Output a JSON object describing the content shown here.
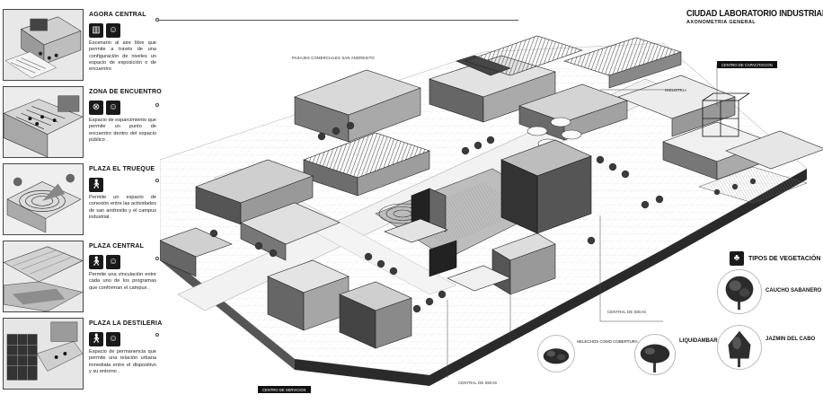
{
  "header": {
    "title": "CIUDAD LABORATORIO INDUSTRIAL",
    "subtitle": "AXONOMETRIA GENERAL"
  },
  "sidebar": {
    "items": [
      {
        "title": "AGORA  CENTRAL",
        "icons": [
          "stage-icon",
          "people-icon"
        ],
        "description": "Escenario al aire libre que permite a través de una configuración de niveles un espacio de exposición o de encuentro"
      },
      {
        "title": "ZONA DE ENCUENTRO",
        "icons": [
          "activities-icon",
          "people-icon"
        ],
        "description": "Espacio de esparcimiento que permite un punto de encuentro dentro del espacio público ."
      },
      {
        "title": "PLAZA  EL TRUEQUE",
        "icons": [
          "walker-icon"
        ],
        "description": "Permite un espacio de conexión entre las actividades de san andresito y el campus industrial ."
      },
      {
        "title": "PLAZA CENTRAL",
        "icons": [
          "walker-icon",
          "people-icon"
        ],
        "description": "Permite una vinculación entre cada uno de los programas que conforman el campus ."
      },
      {
        "title": "PLAZA LA DESTILERIA",
        "icons": [
          "walker-icon",
          "people-icon"
        ],
        "description": "Espacio de permanencia que permite una relación urbana inmediata entre el dispositivo y su entorno ."
      }
    ]
  },
  "map": {
    "labels": {
      "pasajes": "PASAJES COMERCIALES SAN ANDRESITO",
      "industria": "INDUSTRIA",
      "capacitacion": "CENTRO DE CAPACITACION",
      "ideas_1": "CENTRAL DE IDEAS",
      "ideas_2": "CENTRAL DE IDEAS",
      "servicios": "CENTRO DE  SERVICIOS"
    }
  },
  "vegetation": {
    "title": "TIPOS DE VEGETACIÓN",
    "icon": "tree-icon",
    "trees": {
      "caucho": "CAUCHO SABANERO",
      "jazmin": "JAZMIN DEL CABO",
      "liquidambar": "LIQUIDAMBAR",
      "helechos": "HELECHOS COMO COBERTURA"
    }
  }
}
